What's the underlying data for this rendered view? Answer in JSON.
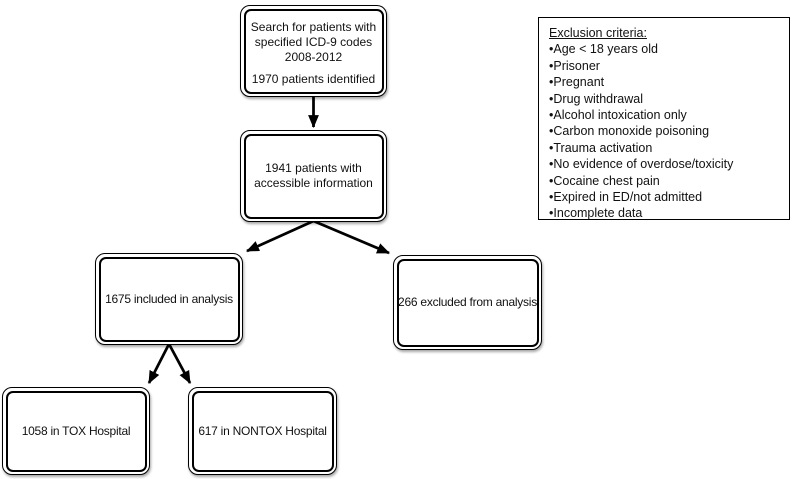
{
  "flowchart": {
    "search_box": {
      "lines": [
        "Search for patients with",
        "specified ICD-9 codes",
        "2008-2012"
      ],
      "result": "1970 patients identified"
    },
    "accessible_box": {
      "lines": [
        "1941 patients with",
        "accessible information"
      ]
    },
    "included_box": {
      "text": "1675 included in analysis"
    },
    "excluded_box": {
      "text": "266 excluded from analysis"
    },
    "tox_box": {
      "text": "1058 in TOX Hospital"
    },
    "nontox_box": {
      "text": "617 in NONTOX Hospital"
    }
  },
  "exclusion_panel": {
    "title": "Exclusion criteria:",
    "items": [
      "Age < 18 years old",
      "Prisoner",
      "Pregnant",
      "Drug withdrawal",
      "Alcohol intoxication only",
      "Carbon monoxide poisoning",
      "Trauma activation",
      "No evidence of overdose/toxicity",
      "Cocaine chest pain",
      "Expired in ED/not admitted",
      "Incomplete data"
    ]
  },
  "colors": {
    "line": "#000000",
    "text": "#111111",
    "background": "#ffffff"
  }
}
